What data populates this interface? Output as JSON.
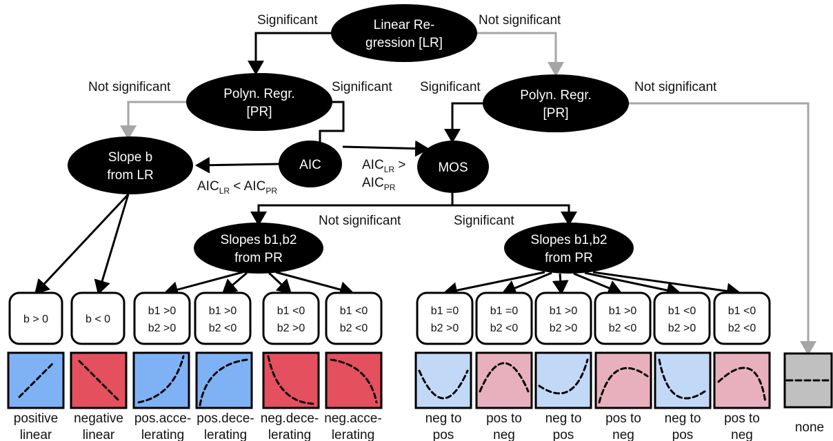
{
  "colors": {
    "node_fill": "#000000",
    "sig_arrow": "#000000",
    "nonsig_arrow": "#a6a6a6",
    "positive_linear_fill": "#7fb2f5",
    "negative_linear_fill": "#e5505f",
    "light_blue_fill": "#c2d8f7",
    "light_pink_fill": "#e8b0bd",
    "none_fill": "#c0c0c0"
  },
  "nodes": {
    "lr": [
      "Linear Re-",
      "gression [LR]"
    ],
    "pr_left": [
      "Polyn. Regr.",
      "[PR]"
    ],
    "pr_right": [
      "Polyn. Regr.",
      "[PR]"
    ],
    "slope_b": [
      "Slope b",
      "from LR"
    ],
    "aic": "AIC",
    "mos": "MOS",
    "slopes_left": [
      "Slopes b1,b2",
      "from PR"
    ],
    "slopes_right": [
      "Slopes b1,b2",
      "from PR"
    ]
  },
  "edge_labels": {
    "lr_sig": "Significant",
    "lr_notsig": "Not significant",
    "prl_notsig": "Not significant",
    "prl_sig": "Significant",
    "prr_sig": "Significant",
    "prr_notsig": "Not significant",
    "mos_notsig": "Not significant",
    "mos_sig": "Significant",
    "aic_lt": {
      "a": "AIC",
      "a_sub": "LR",
      "op": " < AIC",
      "b_sub": "PR"
    },
    "aic_gt": {
      "a": "AIC",
      "a_sub": "LR",
      "op": " >",
      "b": "AIC",
      "b_sub": "PR"
    }
  },
  "condition_boxes": [
    {
      "id": "c1",
      "lines": [
        "b > 0"
      ]
    },
    {
      "id": "c2",
      "lines": [
        "b < 0"
      ]
    },
    {
      "id": "c3",
      "lines": [
        "b1 >0",
        "b2 >0"
      ]
    },
    {
      "id": "c4",
      "lines": [
        "b1 >0",
        "b2 <0"
      ]
    },
    {
      "id": "c5",
      "lines": [
        "b1 <0",
        "b2 >0"
      ]
    },
    {
      "id": "c6",
      "lines": [
        "b1 <0",
        "b2 <0"
      ]
    },
    {
      "id": "c7",
      "lines": [
        "b1 =0",
        "b2 >0"
      ]
    },
    {
      "id": "c8",
      "lines": [
        "b1 =0",
        "b2 <0"
      ]
    },
    {
      "id": "c9",
      "lines": [
        "b1 >0",
        "b2 >0"
      ]
    },
    {
      "id": "c10",
      "lines": [
        "b1 >0",
        "b2 <0"
      ]
    },
    {
      "id": "c11",
      "lines": [
        "b1 <0",
        "b2 >0"
      ]
    },
    {
      "id": "c12",
      "lines": [
        "b1 <0",
        "b2 <0"
      ]
    }
  ],
  "captions": [
    {
      "id": "t1",
      "lines": [
        "positive",
        "linear"
      ]
    },
    {
      "id": "t2",
      "lines": [
        "negative",
        "linear"
      ]
    },
    {
      "id": "t3",
      "lines": [
        "pos.acce-",
        "lerating"
      ]
    },
    {
      "id": "t4",
      "lines": [
        "pos.dece-",
        "lerating"
      ]
    },
    {
      "id": "t5",
      "lines": [
        "neg.dece-",
        "lerating"
      ]
    },
    {
      "id": "t6",
      "lines": [
        "neg.acce-",
        "lerating"
      ]
    },
    {
      "id": "t7",
      "lines": [
        "neg to",
        "pos"
      ]
    },
    {
      "id": "t8",
      "lines": [
        "pos to",
        "neg"
      ]
    },
    {
      "id": "t9",
      "lines": [
        "neg to",
        "pos"
      ]
    },
    {
      "id": "t10",
      "lines": [
        "pos to",
        "neg"
      ]
    },
    {
      "id": "t11",
      "lines": [
        "neg to",
        "pos"
      ]
    },
    {
      "id": "t12",
      "lines": [
        "pos to",
        "neg"
      ]
    },
    {
      "id": "t13",
      "lines": [
        "none"
      ]
    }
  ]
}
